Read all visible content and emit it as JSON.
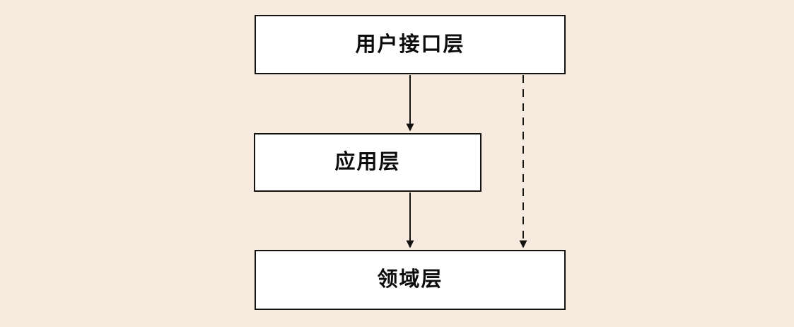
{
  "diagram": {
    "title": "layered-architecture",
    "colors": {
      "background": "#f7ebdf",
      "box_fill": "#ffffff",
      "line": "#151310",
      "text": "#0e0c0a"
    },
    "nodes": [
      {
        "id": "user-interface-layer",
        "label": "用户接口层"
      },
      {
        "id": "application-layer",
        "label": "应用层"
      },
      {
        "id": "domain-layer",
        "label": "领域层"
      }
    ],
    "edges": [
      {
        "from": "user-interface-layer",
        "to": "application-layer",
        "style": "solid"
      },
      {
        "from": "application-layer",
        "to": "domain-layer",
        "style": "solid"
      },
      {
        "from": "user-interface-layer",
        "to": "domain-layer",
        "style": "dashed"
      }
    ]
  }
}
